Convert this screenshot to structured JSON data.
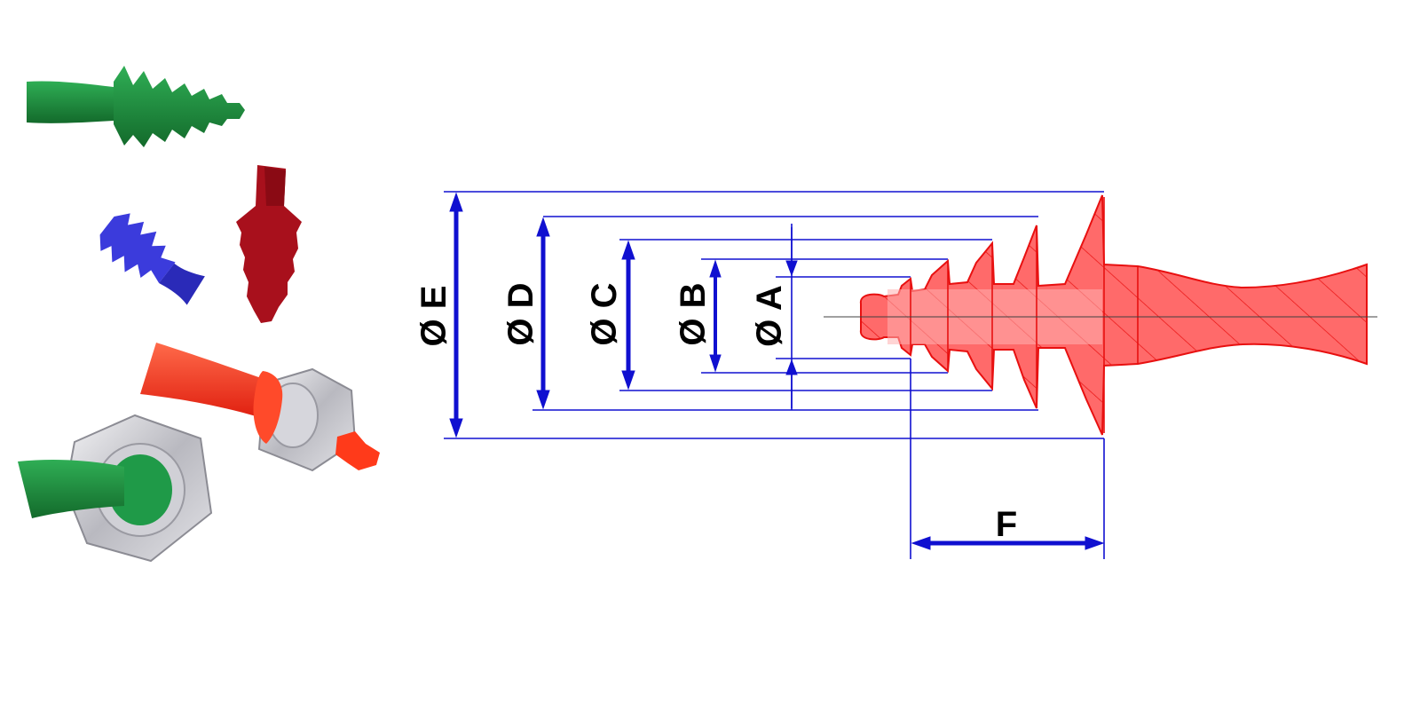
{
  "diagram": {
    "dimension_labels": {
      "dia_e": "Ø E",
      "dia_d": "Ø D",
      "dia_c": "Ø C",
      "dia_b": "Ø B",
      "dia_a": "Ø A",
      "length_f": "F"
    }
  },
  "colors": {
    "dimension_blue": "#1010d0",
    "plug_red": "#ff5a5a",
    "plug_outline": "#e81010",
    "photo_green": "#1d8a3c",
    "photo_blue": "#3a3ad8",
    "photo_darkred": "#a0101a",
    "photo_red": "#ff3a1a",
    "photo_nut": "#c8c8cc"
  },
  "photos": {
    "items": [
      "green-plug-photo",
      "blue-plug-photo",
      "dark-red-plug-photo",
      "red-plug-in-nut-photo",
      "green-plug-in-nut-photo"
    ]
  }
}
